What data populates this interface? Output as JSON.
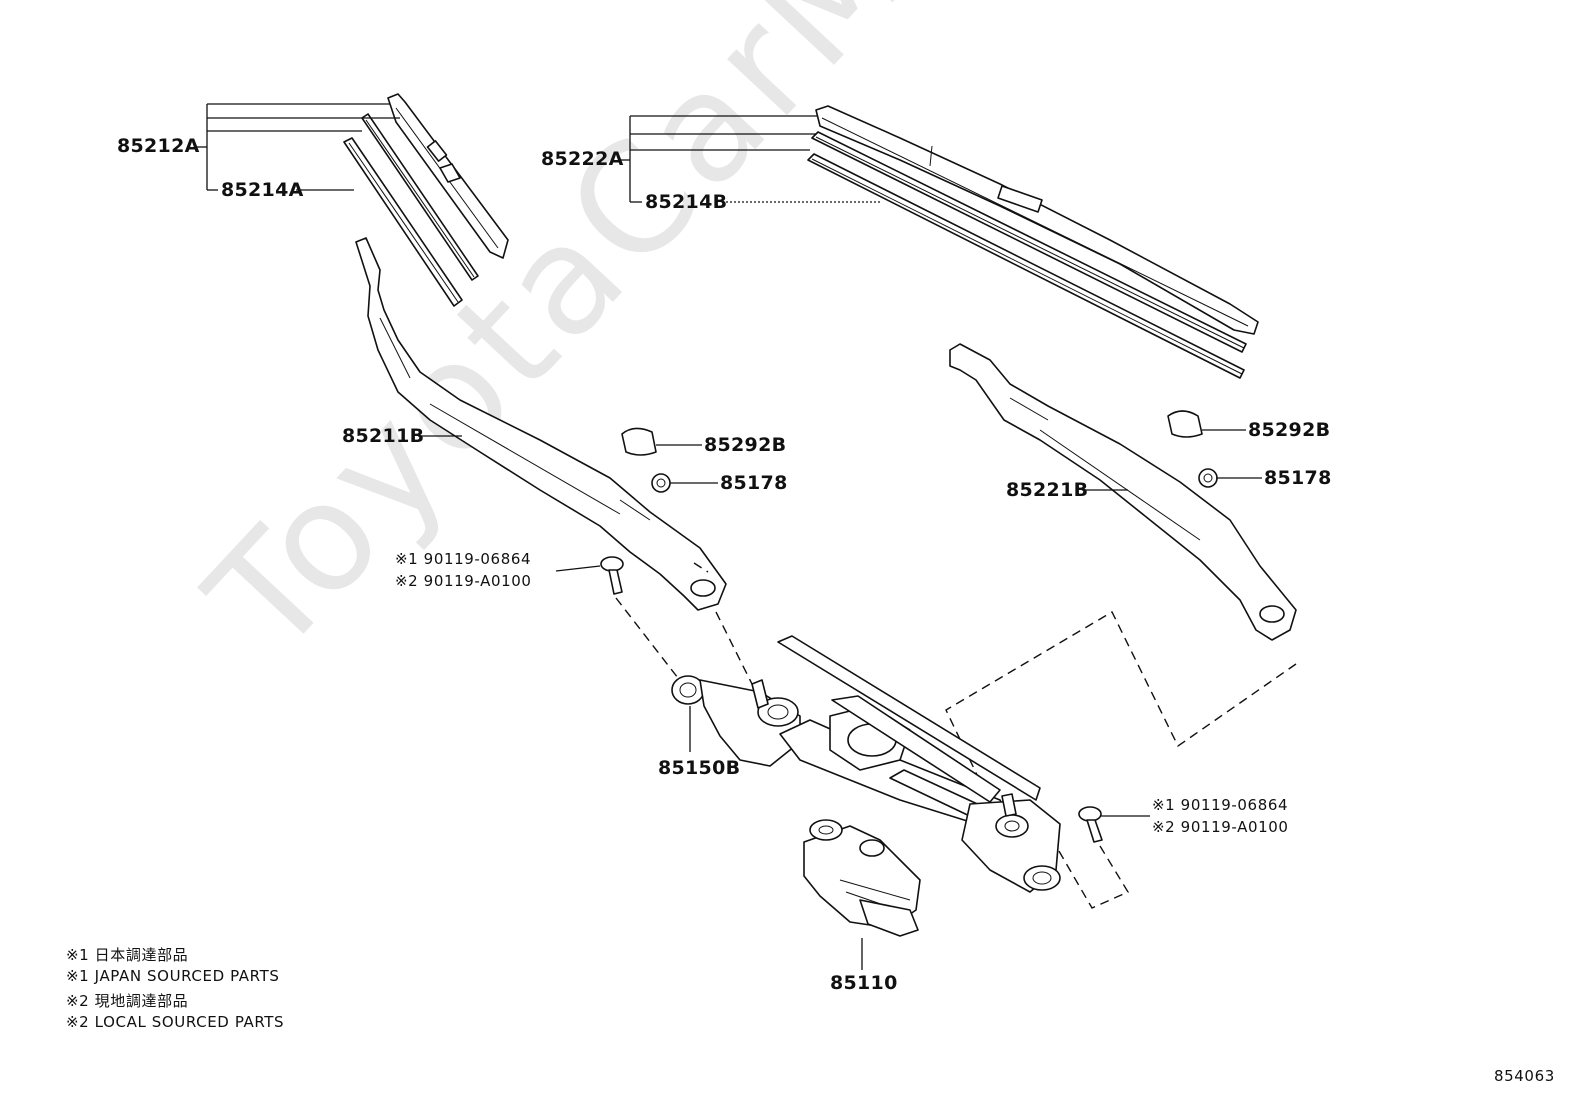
{
  "watermark": "ToyotaCarMine.ru",
  "labels": {
    "p85212A": "85212A",
    "p85214A": "85214A",
    "p85222A": "85222A",
    "p85214B": "85214B",
    "p85211B": "85211B",
    "p85292B_left": "85292B",
    "p85178_left": "85178",
    "p85292B_right": "85292B",
    "p85178_right": "85178",
    "p85221B": "85221B",
    "p85150B": "85150B",
    "p85110": "85110",
    "bolt_left_1": "※1 90119-06864",
    "bolt_left_2": "※2 90119-A0100",
    "bolt_right_1": "※1 90119-06864",
    "bolt_right_2": "※2 90119-A0100"
  },
  "notes": [
    "※1 日本調達部品",
    "※1 JAPAN SOURCED PARTS",
    "※2 現地調達部品",
    "※2 LOCAL SOURCED PARTS"
  ],
  "diagram_id": "854063"
}
